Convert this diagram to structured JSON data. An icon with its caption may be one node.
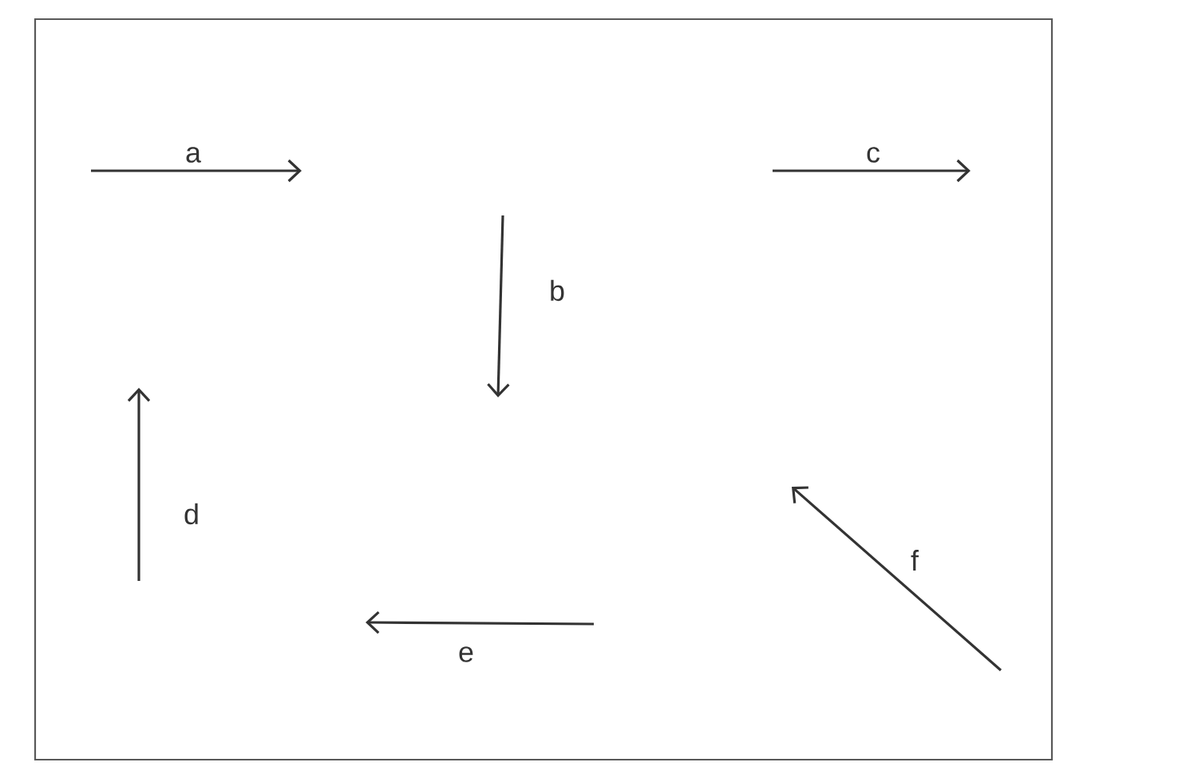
{
  "diagram": {
    "labels": [
      "a",
      "b",
      "c",
      "d",
      "e",
      "f"
    ]
  }
}
